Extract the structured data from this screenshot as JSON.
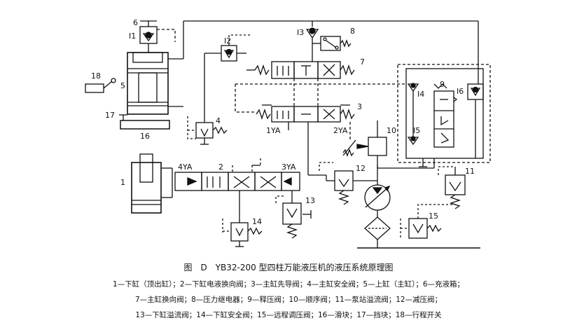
{
  "labels": {
    "n1": "1",
    "n2": "2",
    "n3": "3",
    "n4": "4",
    "n5": "5",
    "n6": "6",
    "n7": "7",
    "n8": "8",
    "n9": "9",
    "n10": "10",
    "n11": "11",
    "n12": "12",
    "n13": "13",
    "n14": "14",
    "n15": "15",
    "n16": "16",
    "n17": "17",
    "n18": "18",
    "I1": "I1",
    "I2": "I2",
    "I3": "I3",
    "I4": "I4",
    "I5": "I5",
    "I6": "I6",
    "sol_1YA": "1YA",
    "sol_2YA": "2YA",
    "sol_3YA": "3YA",
    "sol_4YA": "4YA"
  },
  "caption": {
    "title": "图　D　YB32-200 型四柱万能液压机的液压系统原理图",
    "line1": "1—下缸（顶出缸）；2—下缸电液换向阀；3—主缸先导阀；4—主缸安全阀；5—上缸（主缸）；6—充液箱；",
    "line2": "7—主缸换向阀；8—压力继电器；9—释压阀；10—顺序阀；11—泵站溢流阀；12—减压阀；",
    "line3": "13—下缸溢流阀；14—下缸安全阀；15—远程调压阀；16—滑块；17—挡块；18—行程开关"
  }
}
